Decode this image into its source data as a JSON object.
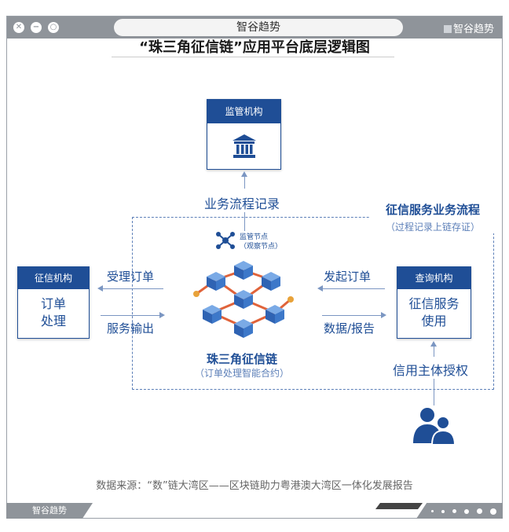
{
  "window": {
    "title": "智谷趋势",
    "brand": "智谷趋势",
    "controls": [
      "close-icon",
      "minimize-icon",
      "maximize-icon"
    ]
  },
  "diagram": {
    "title": "“珠三角征信链”应用平台底层逻辑图",
    "regulator": {
      "header": "监管机构",
      "icon": "bank-building-icon"
    },
    "process_record": "业务流程记录",
    "flow_title": "征信服务业务流程",
    "flow_subtitle": "（过程记录上链存证）",
    "node_label_1": "监管节点",
    "node_label_2": "（观察节点）",
    "credit_agency": {
      "header": "征信机构",
      "body_line1": "订单",
      "body_line2": "处理"
    },
    "accept_order": "受理订单",
    "service_output": "服务输出",
    "query_agency": {
      "header": "查询机构",
      "body_line1": "征信服务",
      "body_line2": "使用"
    },
    "initiate_order": "发起订单",
    "data_report": "数据/报告",
    "subject_auth": "信用主体授权",
    "chain_name": "珠三角征信链",
    "chain_subtitle": "（订单处理智能合约）",
    "users_icon": "users-icon"
  },
  "source": "数据来源：“数”链大湾区——区块链助力粤港澳大湾区一体化发展报告",
  "footer": {
    "brand": "智谷趋势"
  },
  "colors": {
    "primary": "#1f4e96",
    "chrome": "#8f949a",
    "chain_cube": "#3d78c9",
    "chain_link": "#e0633a"
  }
}
